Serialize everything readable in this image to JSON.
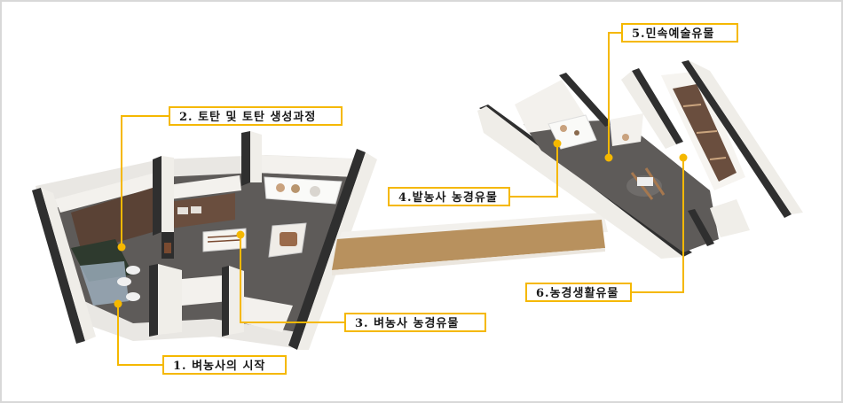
{
  "diagram": {
    "type": "museum-floor-plan",
    "accent_color": "#f5b800",
    "floor_color": "#5e5b59",
    "wall_color": "#f2f0ec",
    "bridge_color": "#b8915e",
    "labels": [
      {
        "id": 1,
        "text": "1. 벼농사의 시작"
      },
      {
        "id": 2,
        "text": "2. 토탄 및 토탄 생성과정"
      },
      {
        "id": 3,
        "text": "3. 벼농사 농경유물"
      },
      {
        "id": 4,
        "text": "4.밭농사 농경유물"
      },
      {
        "id": 5,
        "text": "5.민속예술유물"
      },
      {
        "id": 6,
        "text": "6.농경생활유물"
      }
    ]
  }
}
